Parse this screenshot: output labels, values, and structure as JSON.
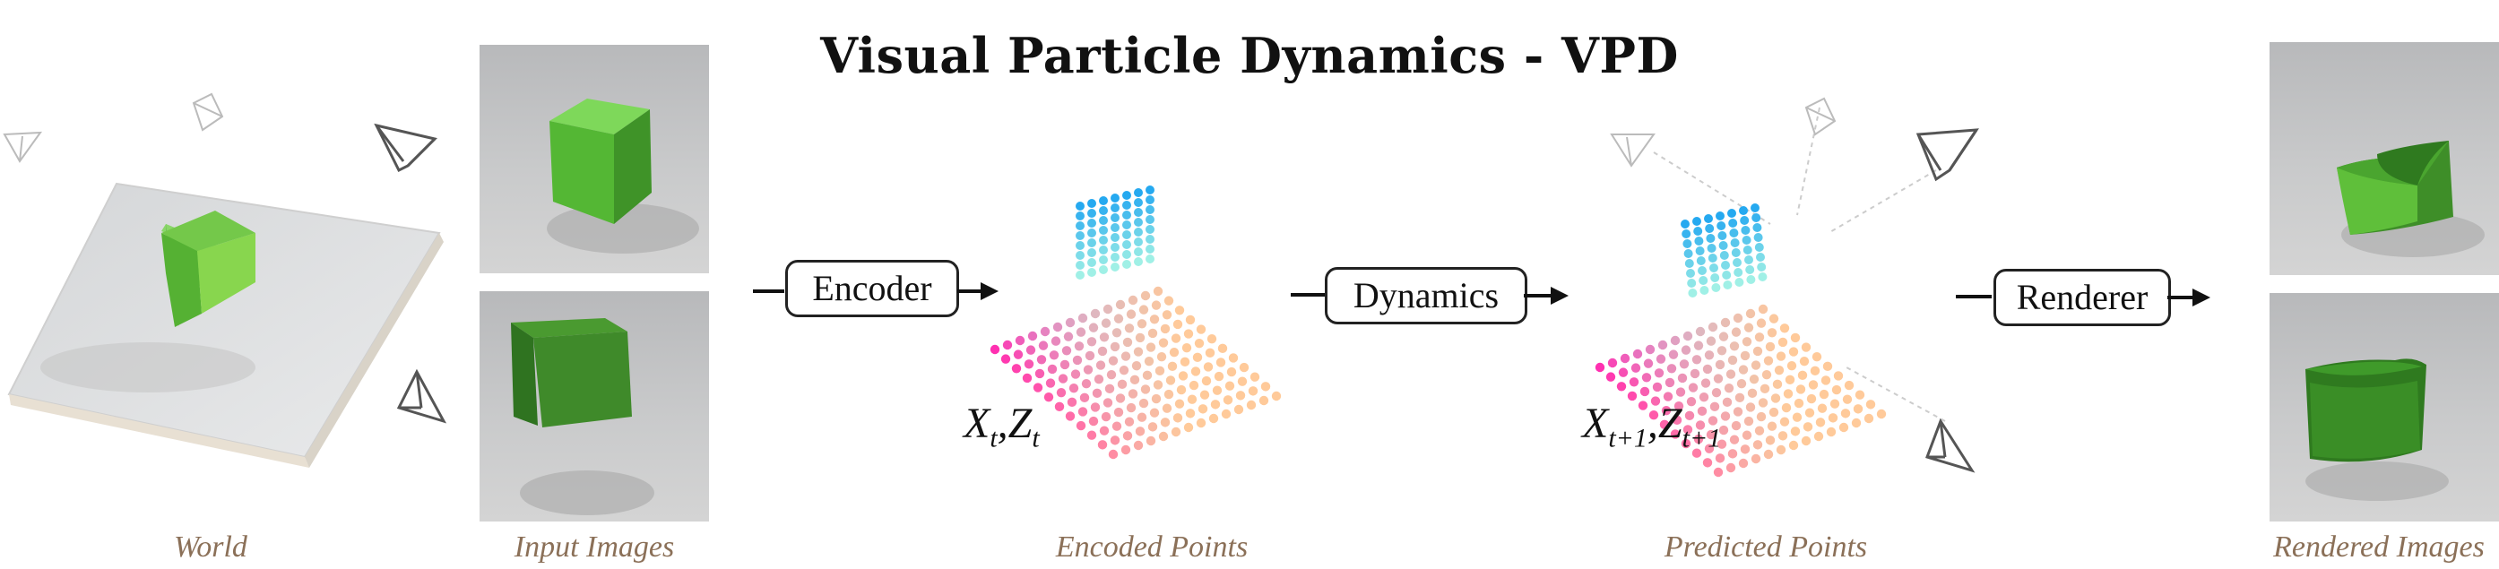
{
  "title": "Visual Particle Dynamics - VPD",
  "stages": {
    "encoder": "Encoder",
    "dynamics": "Dynamics",
    "renderer": "Renderer"
  },
  "labels": {
    "encoded_var": "X",
    "encoded_sub1": "t",
    "encoded_var2": "Z",
    "encoded_sub2": "t",
    "predicted_var": "X",
    "predicted_sub1": "t+1",
    "predicted_var2": "Z",
    "predicted_sub2": "t+1"
  },
  "captions": {
    "world": "World",
    "input_images": "Input Images",
    "encoded_points": "Encoded Points",
    "predicted_points": "Predicted Points",
    "rendered_images": "Rendered Images"
  },
  "colors": {
    "cube_green": "#5fb83a",
    "caption_brown": "#8b7058",
    "point_cyan": "#25a9f0",
    "point_magenta": "#ff1aa8",
    "point_peach": "#ffc48f"
  }
}
